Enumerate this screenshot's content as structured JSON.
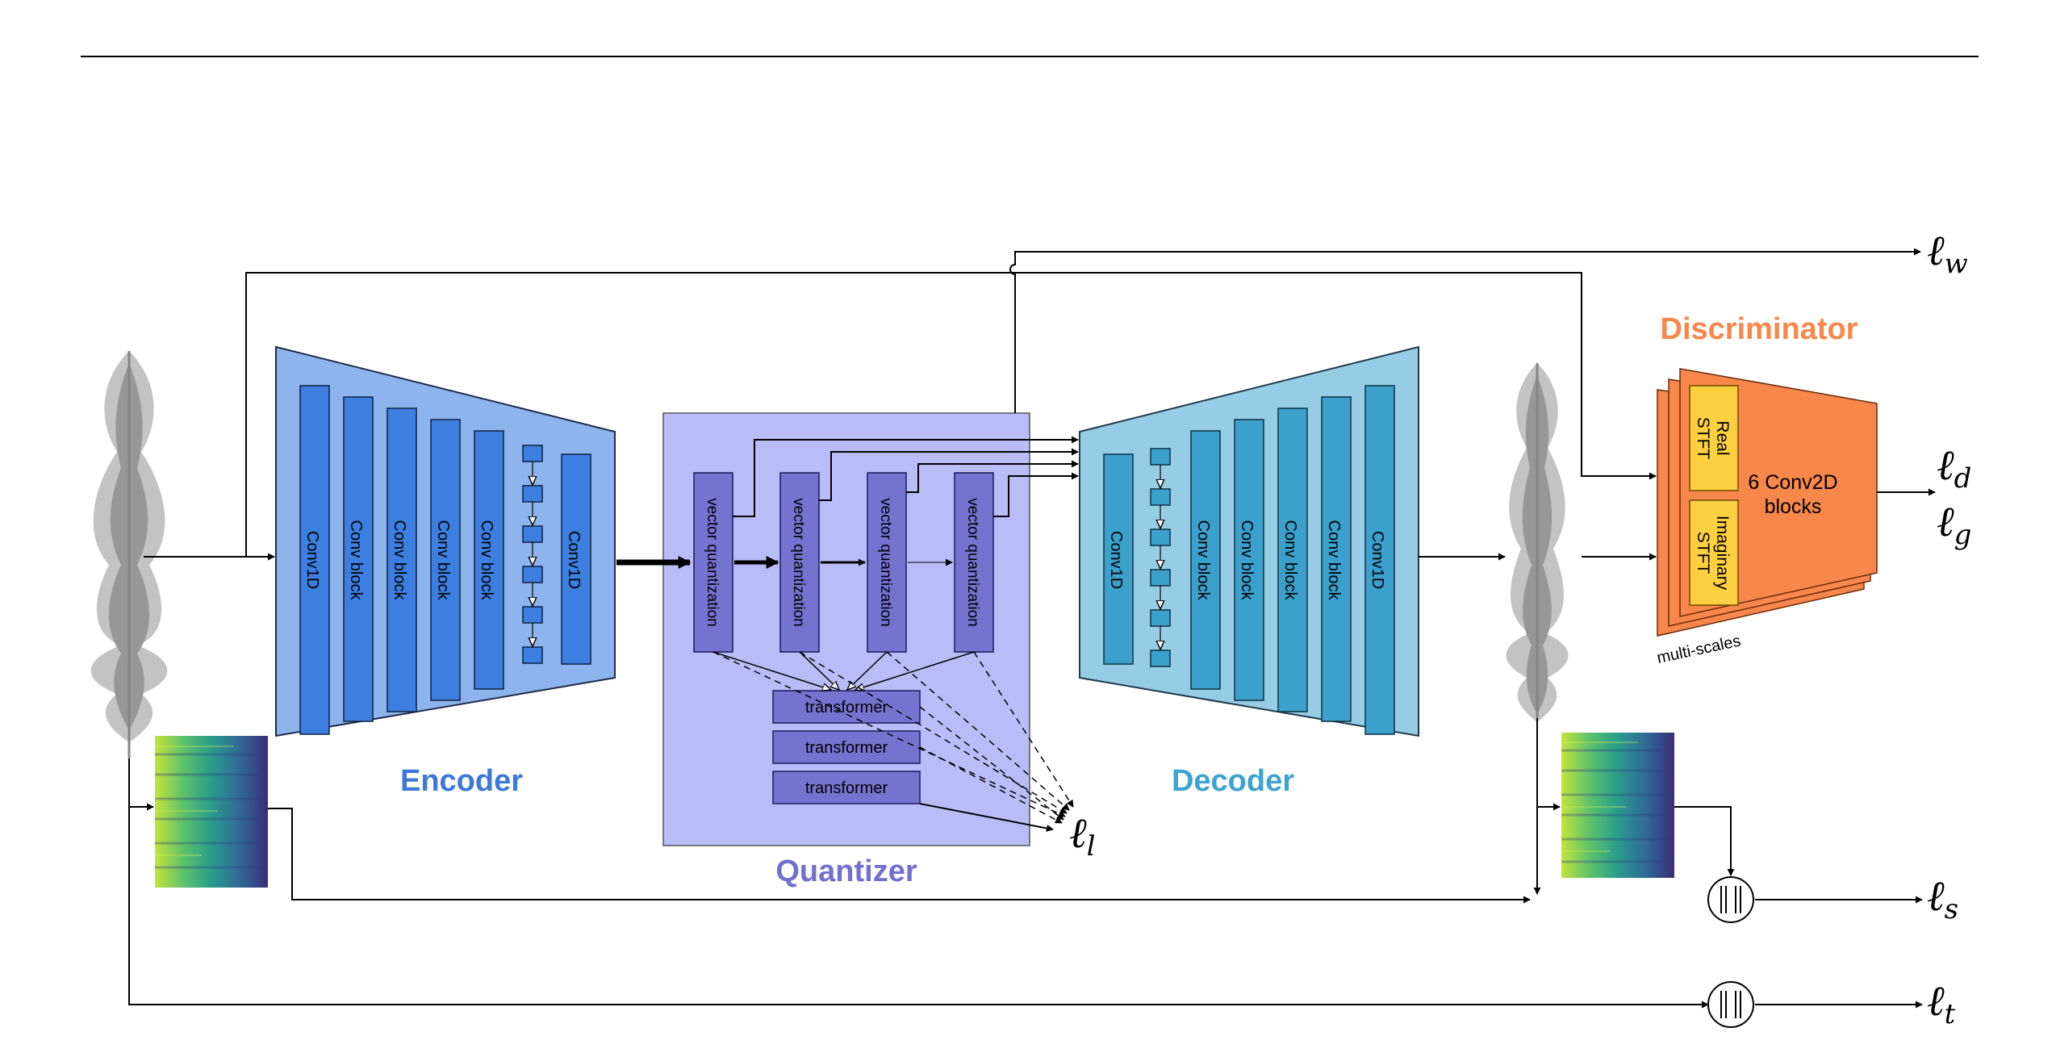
{
  "encoder": {
    "title": "Encoder",
    "blocks": [
      "Conv1D",
      "Conv block",
      "Conv block",
      "Conv block",
      "Conv block",
      "Conv1D"
    ]
  },
  "quantizer": {
    "title": "Quantizer",
    "vq_label": "vector quantization",
    "transformers": [
      "transformer",
      "transformer",
      "transformer"
    ]
  },
  "decoder": {
    "title": "Decoder",
    "blocks": [
      "Conv1D",
      "Conv block",
      "Conv block",
      "Conv block",
      "Conv block",
      "Conv1D"
    ]
  },
  "discriminator": {
    "title": "Discriminator",
    "real": "Real STFT",
    "imag": "Imaginary STFT",
    "blocks": "6 Conv2D blocks",
    "scales": "multi-scales"
  },
  "losses": {
    "w": {
      "base": "ℓ",
      "sub": "w"
    },
    "d": {
      "base": "ℓ",
      "sub": "d"
    },
    "g": {
      "base": "ℓ",
      "sub": "g"
    },
    "l": {
      "base": "ℓ",
      "sub": "l"
    },
    "s": {
      "base": "ℓ",
      "sub": "s"
    },
    "t": {
      "base": "ℓ",
      "sub": "t"
    }
  },
  "colors": {
    "encoder_trap": "#8db4ec",
    "encoder_block": "#3d7fe0",
    "encoder_title": "#3b7ad8",
    "quantizer_bg": "#b8bdf7",
    "quantizer_block": "#7474d0",
    "quantizer_title": "#7070d0",
    "decoder_trap": "#97cde4",
    "decoder_block": "#3ca0cc",
    "decoder_title": "#3ea3d0",
    "discriminator": "#f7874a",
    "stft": "#fcd040"
  }
}
